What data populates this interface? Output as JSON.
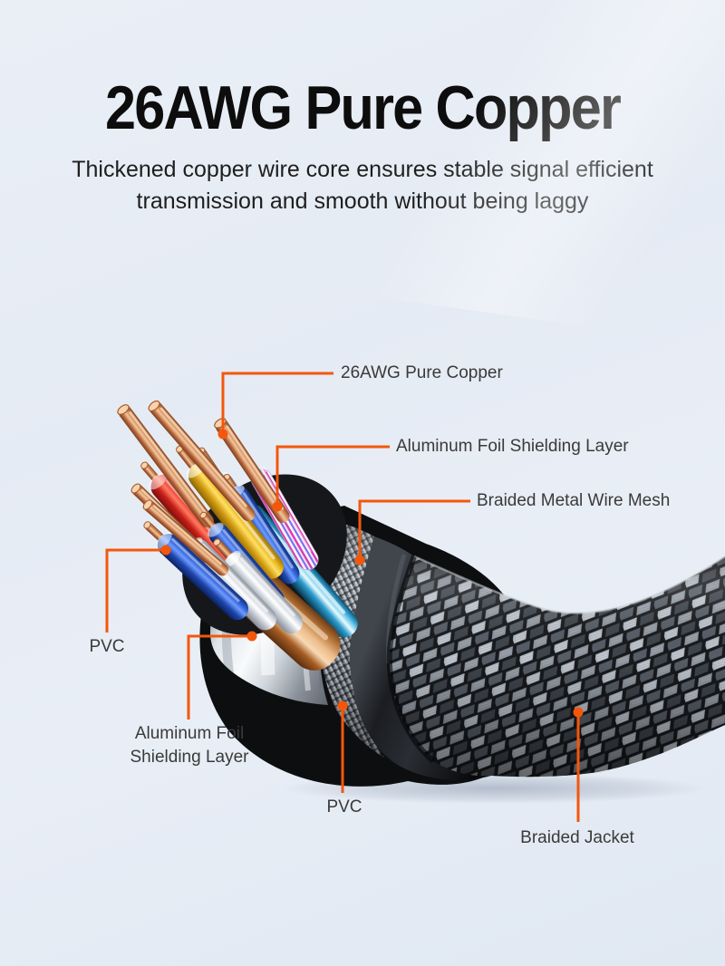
{
  "header": {
    "title": "26AWG Pure Copper",
    "subtitle_lines": [
      "Thickened copper wire core ensures stable signal efficient",
      "transmission and smooth without being laggy"
    ]
  },
  "callouts": {
    "copper_core": {
      "label": "26AWG Pure Copper"
    },
    "aluminum_foil_top": {
      "label": "Aluminum Foil Shielding Layer"
    },
    "braided_mesh": {
      "label": "Braided Metal Wire Mesh"
    },
    "pvc_left": {
      "label": "PVC"
    },
    "aluminum_foil_bottom": {
      "line1": "Aluminum Foil",
      "line2": "Shielding Layer"
    },
    "pvc_bottom": {
      "label": "PVC"
    },
    "braided_jacket": {
      "label": "Braided Jacket"
    }
  },
  "colors": {
    "accent": "#F4570B",
    "title_text": "#0D0D0D",
    "label_text": "#3A3A3A",
    "background_top": "#EAEFF6",
    "background_bottom": "#E0E8F2"
  }
}
